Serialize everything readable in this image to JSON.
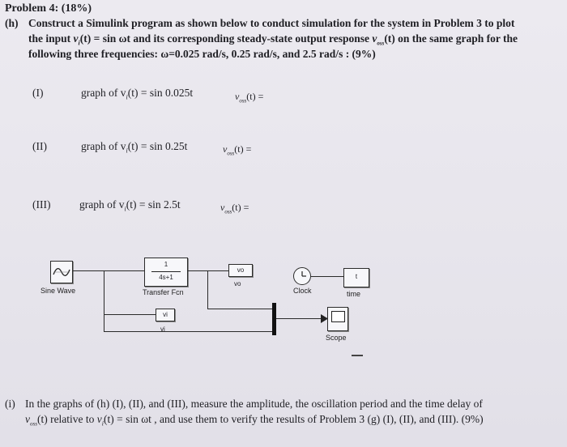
{
  "problem": {
    "header": "Problem 4: (18%)",
    "part_h": {
      "label": "(h)",
      "line1": "Construct a Simulink program as shown below to conduct simulation for the system in Problem 3 to plot",
      "line2_a": "the input",
      "line2_vi": "v",
      "line2_vi_sub": "i",
      "line2_b": "(t) = sin ωt  and its corresponding steady-state output response",
      "line2_vo": "v",
      "line2_vo_sub": "oss",
      "line2_c": "(t) on the same graph for the",
      "line3": "following three frequencies: ω=0.025 rad/s, 0.25 rad/s, and 2.5 rad/s :  (9%)"
    },
    "graphs": [
      {
        "num": "(I)",
        "text": "graph  of  v",
        "sub": "i",
        "rest": "(t) = sin 0.025t",
        "vo": "v",
        "vo_sub": "oss",
        "vo_rest": "(t) ="
      },
      {
        "num": "(II)",
        "text": "graph  of  v",
        "sub": "i",
        "rest": "(t) = sin 0.25t",
        "vo": "v",
        "vo_sub": "oss",
        "vo_rest": "(t) ="
      },
      {
        "num": "(III)",
        "text": "graph  of  v",
        "sub": "i",
        "rest": "(t) = sin 2.5t",
        "vo": "v",
        "vo_sub": "oss",
        "vo_rest": "(t) ="
      }
    ],
    "part_i": {
      "label": "(i)",
      "line1": "In the graphs of (h) (I), (II), and (III), measure the amplitude, the oscillation period and the time delay of",
      "line2_vo": "v",
      "line2_vo_sub": "oss",
      "line2_a": "(t) relative to",
      "line2_vi": "v",
      "line2_vi_sub": "i",
      "line2_b": "(t) = sin ωt , and use them to verify the results of Problem 3 (g) (I), (II), and (III). (9%)"
    }
  },
  "simulink": {
    "sine_label": "Sine Wave",
    "tf_num": "1",
    "tf_den": "4s+1",
    "tf_label": "Transfer Fcn",
    "vo_tag": "vo",
    "vo_wire_label": "vo",
    "vi_tag": "vi",
    "vi_wire_label": "vi",
    "clock_label": "Clock",
    "time_tag": "t",
    "time_label": "time",
    "scope_label": "Scope"
  }
}
